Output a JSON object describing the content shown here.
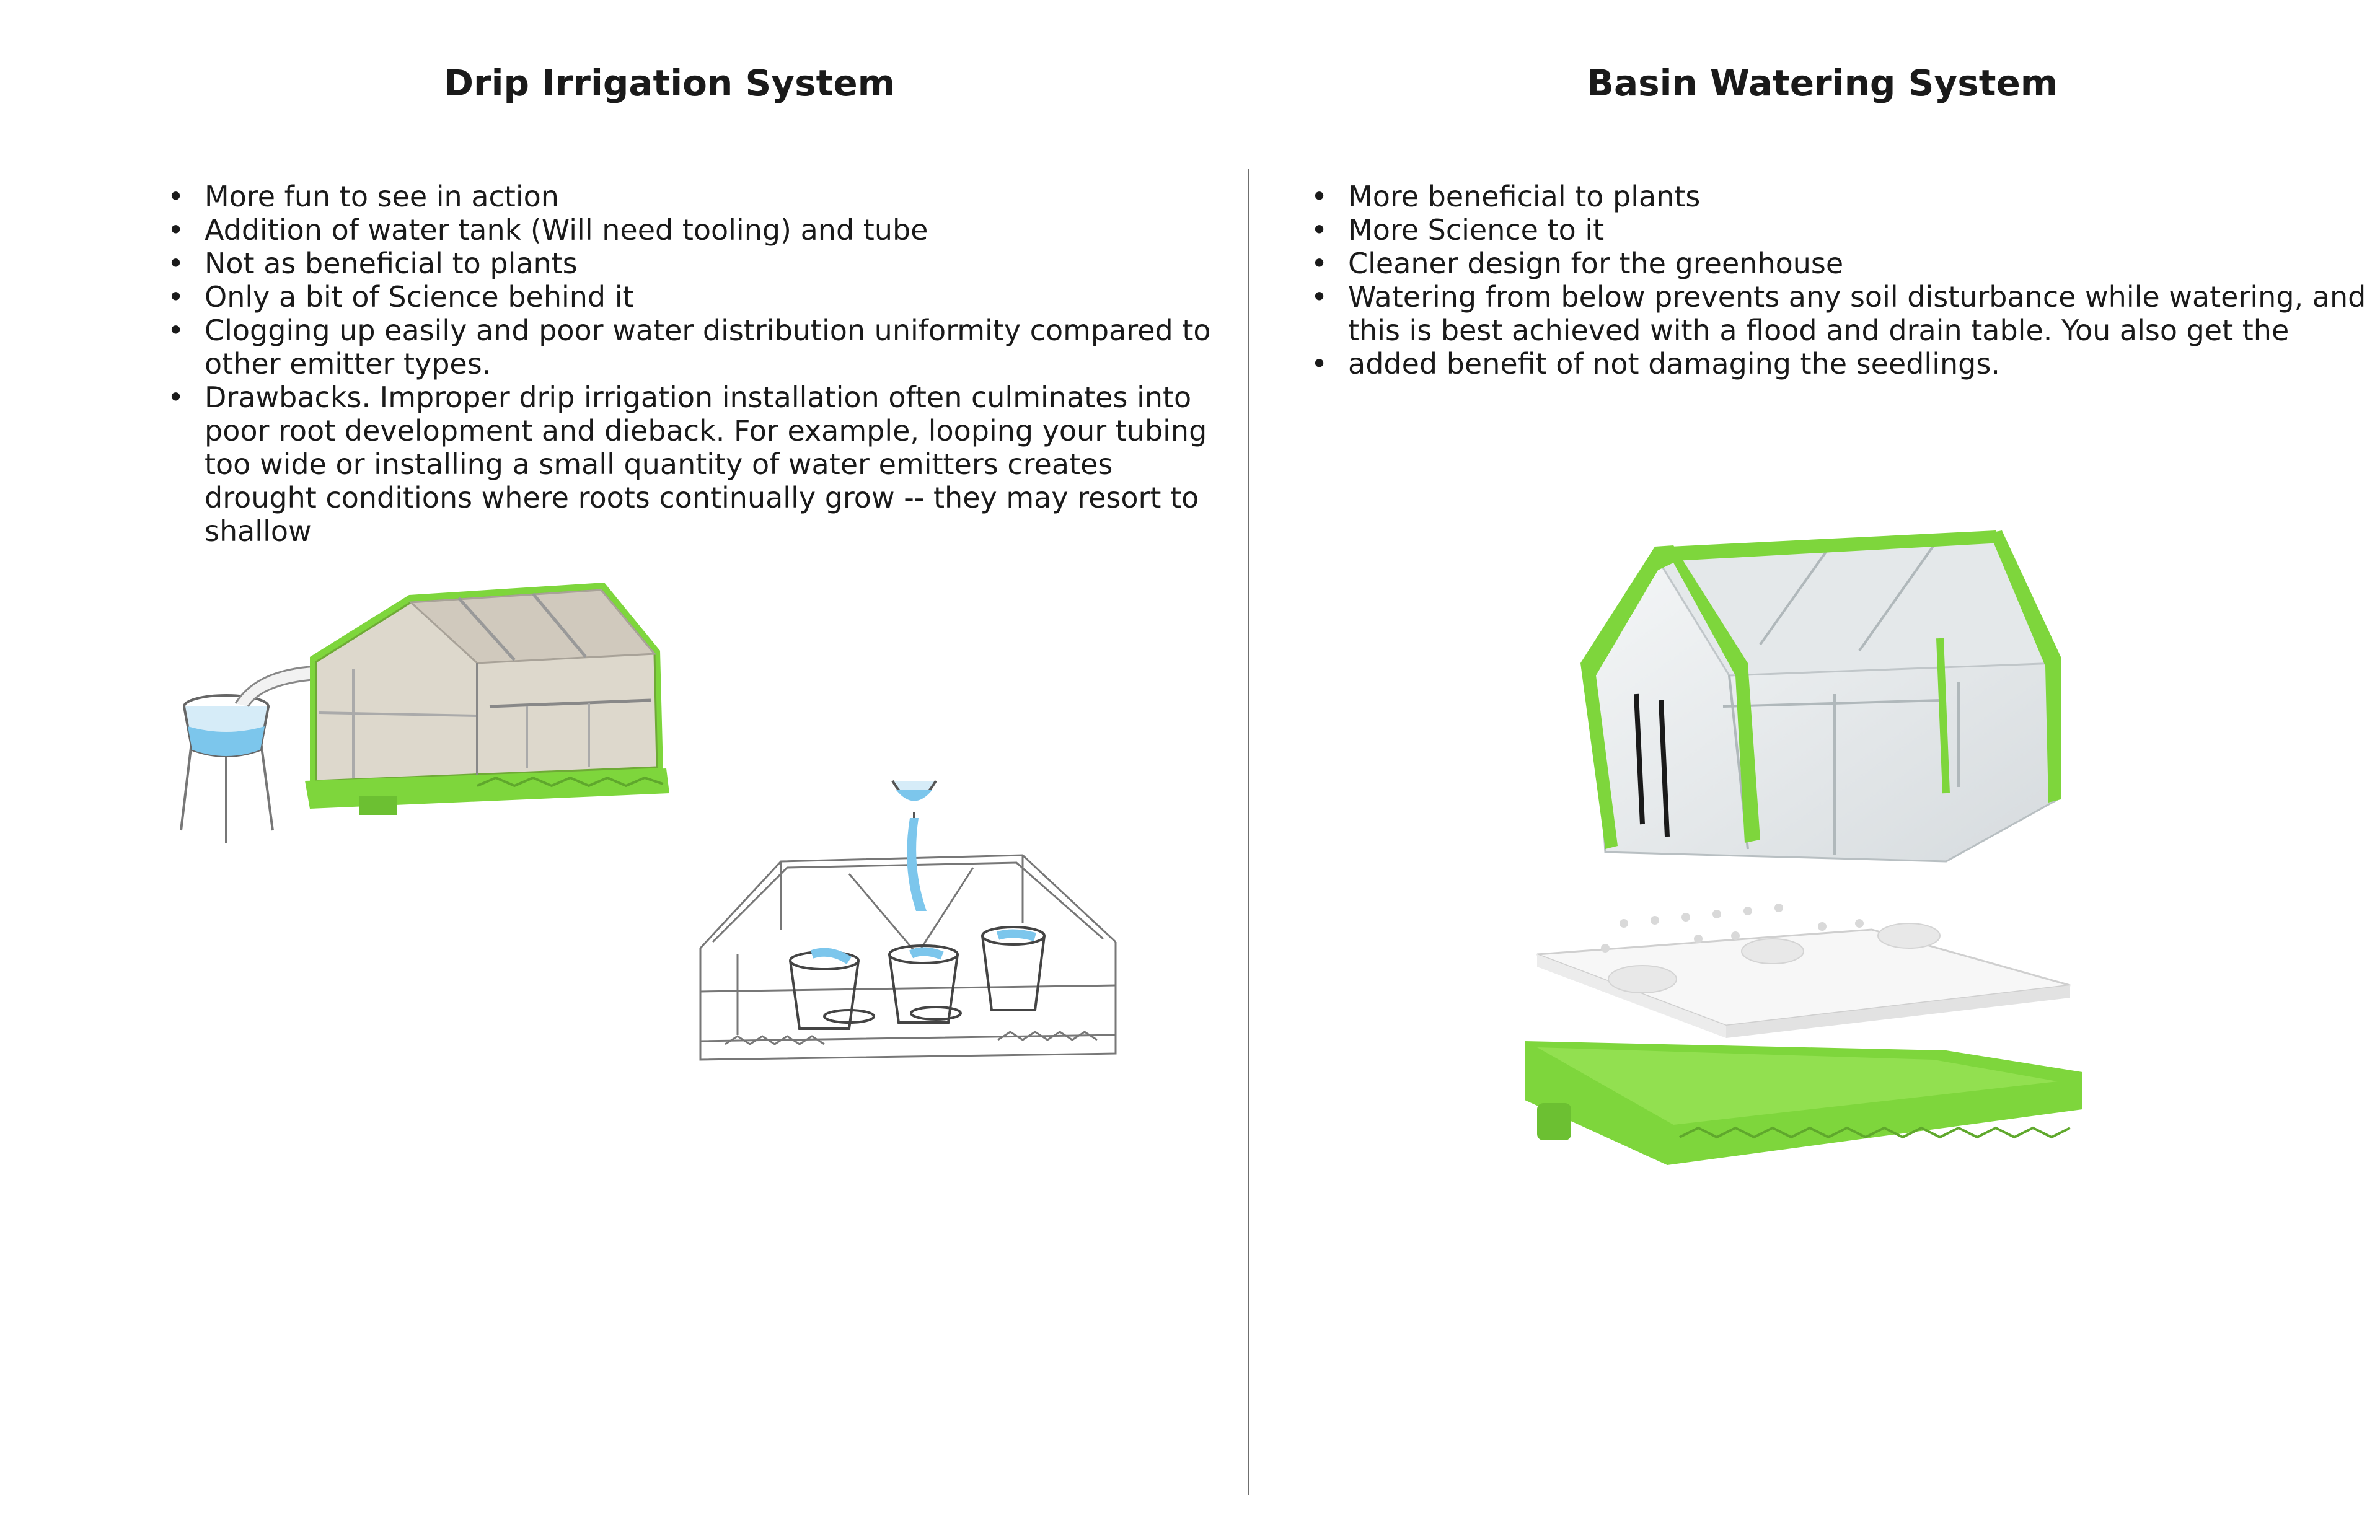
{
  "left": {
    "title": "Drip Irrigation System",
    "bullets": [
      "More fun to see in action",
      "Addition of water tank (Will need tooling) and tube",
      "Not as beneficial to plants",
      "Only a bit of Science behind it",
      "Clogging up easily and poor water distribution uniformity compared to other emitter types.",
      "Drawbacks. Improper drip irrigation installation often culminates into poor root development and dieback. For example, looping your tubing too wide or installing a small quantity of water emitters creates drought conditions where roots continually grow -- they may resort to shallow"
    ]
  },
  "right": {
    "title": "Basin Watering System",
    "bullets": [
      "More beneficial to plants",
      "More Science to it",
      "Cleaner design for the greenhouse",
      "Watering from below prevents any soil disturbance while watering, and this is best achieved with a flood and drain table.  You also get the",
      "added benefit of not damaging the seedlings."
    ]
  },
  "colors": {
    "frame_green": "#7ed63c",
    "water_blue": "#7cc6ec",
    "divider": "#6f6f6f"
  },
  "icons": [
    "greenhouse-illustration",
    "water-tank-illustration",
    "wireframe-greenhouse-illustration",
    "exploded-greenhouse-render"
  ]
}
